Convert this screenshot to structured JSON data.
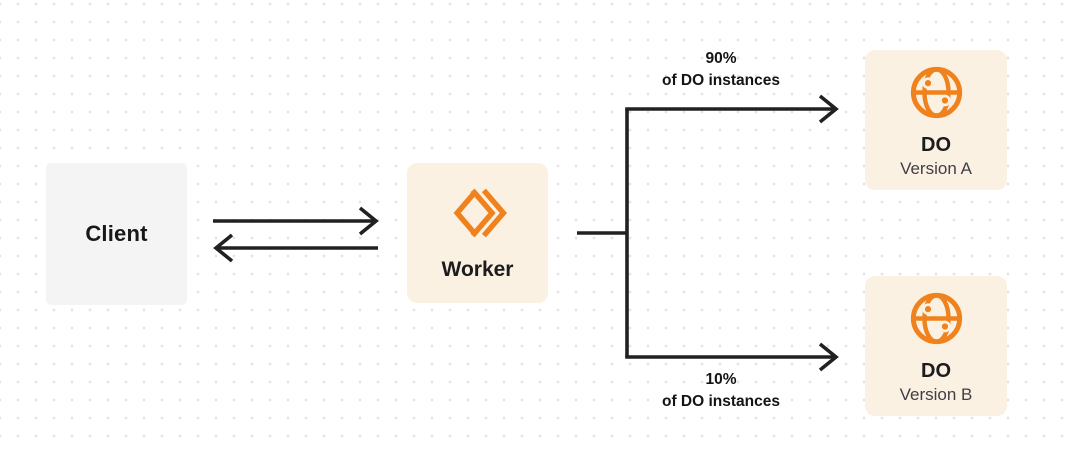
{
  "diagram": {
    "nodes": {
      "client": {
        "label": "Client"
      },
      "worker": {
        "label": "Worker",
        "icon": "workers-logo-icon"
      },
      "do_version_a": {
        "title": "DO",
        "subtitle": "Version A",
        "icon": "globe-icon"
      },
      "do_version_b": {
        "title": "DO",
        "subtitle": "Version B",
        "icon": "globe-icon"
      }
    },
    "edges": {
      "client_worker": {
        "type": "bidirectional-arrows"
      },
      "to_do_a": {
        "percent": "90%",
        "description": "of DO instances"
      },
      "to_do_b": {
        "percent": "10%",
        "description": "of DO instances"
      }
    },
    "colors": {
      "accent_orange": "#f0821e",
      "node_cream_bg": "#fbf1e2",
      "client_gray_bg": "#f4f4f5",
      "line_color": "#212121",
      "text_primary": "#1c1c1e",
      "text_secondary": "#3f3f46",
      "dot_grid": "#e4e4e8"
    }
  }
}
